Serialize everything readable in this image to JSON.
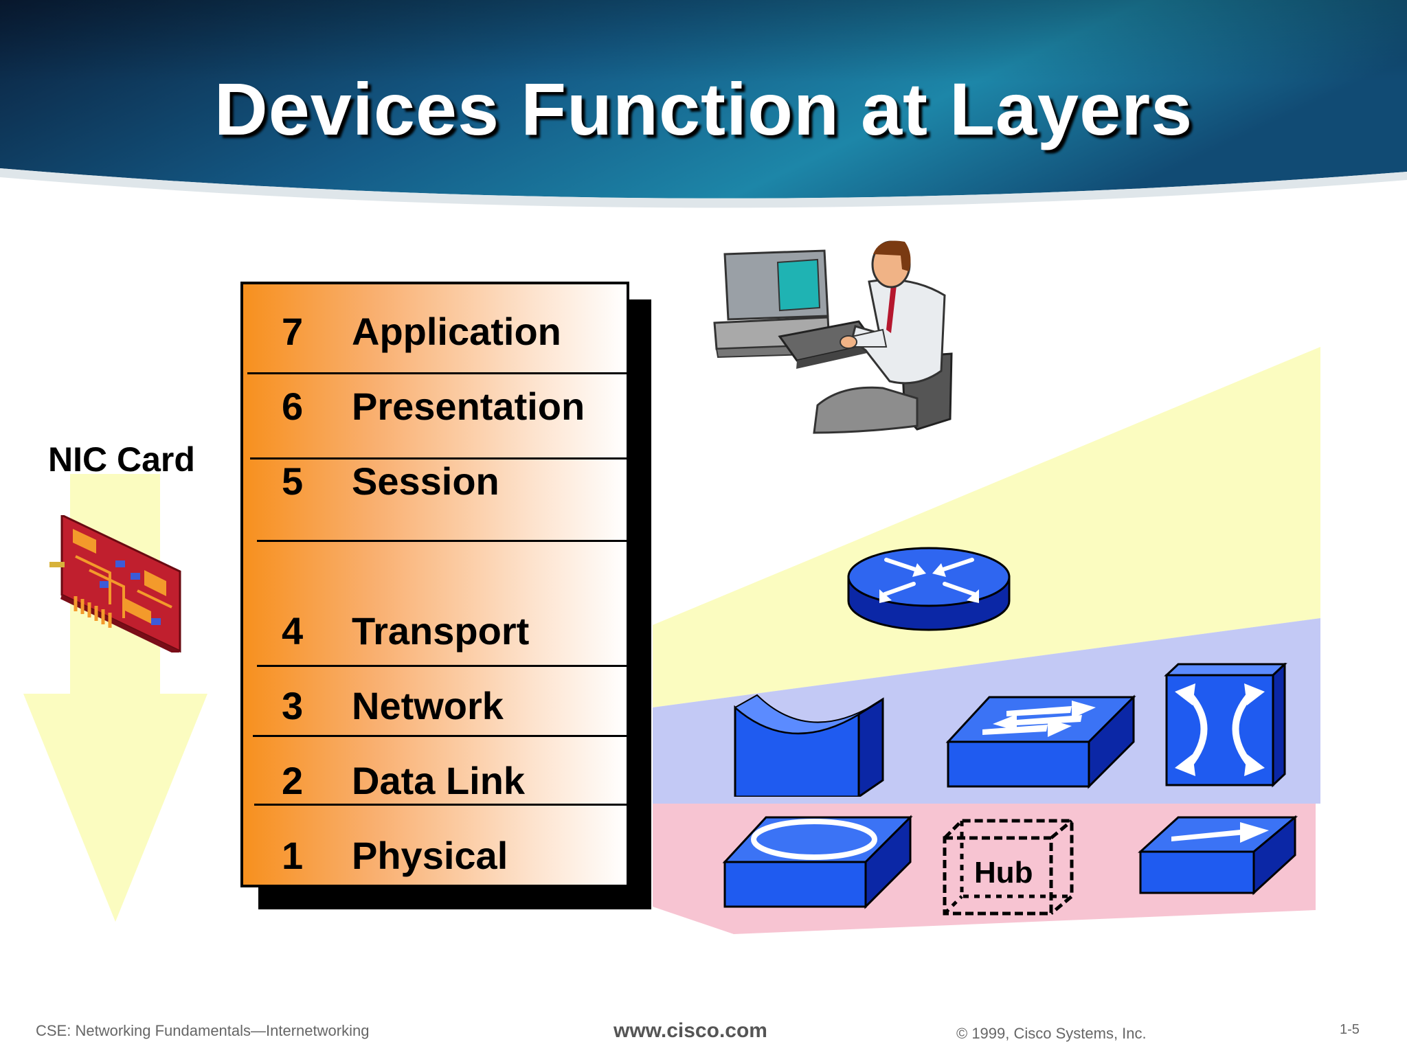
{
  "slide": {
    "title": "Devices Function at Layers"
  },
  "osi_layers": [
    {
      "number": "7",
      "name": "Application"
    },
    {
      "number": "6",
      "name": "Presentation"
    },
    {
      "number": "5",
      "name": "Session"
    },
    {
      "number": "4",
      "name": "Transport"
    },
    {
      "number": "3",
      "name": "Network"
    },
    {
      "number": "2",
      "name": "Data Link"
    },
    {
      "number": "1",
      "name": "Physical"
    }
  ],
  "devices": {
    "nic_label": "NIC Card",
    "hub_label": "Hub",
    "icons": [
      "computer-user-icon",
      "router-icon",
      "bridge-icon",
      "switch-icon",
      "atm-switch-icon",
      "token-ring-icon",
      "hub-icon",
      "repeater-icon",
      "nic-card-icon"
    ]
  },
  "footer": {
    "course": "CSE: Networking Fundamentals—Internetworking",
    "website": "www.cisco.com",
    "copyright": "© 1999, Cisco Systems, Inc.",
    "page": "1-5"
  },
  "colors": {
    "header_dark": "#0b2a4a",
    "header_teal": "#1f7f9e",
    "stack_orange": "#f7901e",
    "band_yellow": "#fbfcc0",
    "band_blue": "#c3c9f5",
    "band_pink": "#f7c4d2",
    "device_blue": "#1f5bf0"
  }
}
